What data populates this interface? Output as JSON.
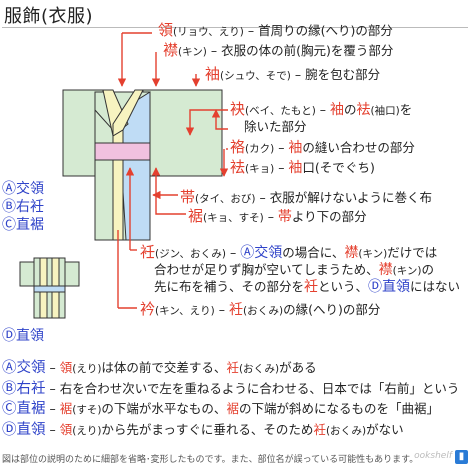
{
  "title": "服飾(衣服)",
  "labels": {
    "eri": {
      "term": "領",
      "reading": "(リョウ、えり)",
      "desc": " – 首周りの縁(へり)の部分"
    },
    "kin": {
      "term": "襟",
      "reading": "(キン)",
      "desc": " – 衣服の体の前(胸元)を覆う部分"
    },
    "sode": {
      "term": "袖",
      "reading": "(シュウ、そで)",
      "desc": " – 腕を包む部分"
    },
    "tamoto": {
      "term": "袂",
      "reading": "(ベイ、たもと)",
      "mid1": " – ",
      "sode": "袖",
      "mid2": "の",
      "kyo": "袪",
      "paren": "(袖口)",
      "desc": "を",
      "line2": "除いた部分"
    },
    "kaku": {
      "term": "袼",
      "reading": "(カク)",
      "mid1": " – ",
      "sode": "袖",
      "desc": "の縫い合わせの部分"
    },
    "kyo": {
      "term": "袪",
      "reading": "(キョ)",
      "mid1": " – ",
      "sode": "袖",
      "desc": "口(そでぐち)"
    },
    "obi": {
      "term": "帯",
      "reading": "(タイ、おび)",
      "desc": " – 衣服が解けないように巻く布"
    },
    "suso": {
      "term": "裾",
      "reading": "(キョ、すそ)",
      "mid1": " – ",
      "obi": "帯",
      "desc": "より下の部分"
    },
    "okumi": {
      "term": "衽",
      "reading": "(ジン、おくみ)",
      "p1": " – ",
      "c1": "Ⓐ交領",
      "p2": "の場合に、",
      "k1": "襟",
      "r1": "(キン)",
      "p3": "だけでは",
      "line2a": "合わせが足りず胸が空いてしまうため、",
      "k2": "襟",
      "r2": "(キン)",
      "line2b": "の",
      "line3a": "先に布を補う、その部分を",
      "k3": "衽",
      "line3b": "という、",
      "c2": "Ⓓ直領",
      "line3c": "にはない"
    },
    "kin2": {
      "term": "衿",
      "reading": "(キン、えり)",
      "mid1": " – ",
      "okumi": "衽",
      "r1": "(おくみ)",
      "desc": "の縁(へり)の部分"
    }
  },
  "side_legend": {
    "a": "Ⓐ交領",
    "b": "Ⓑ右衽",
    "c": "Ⓒ直裾",
    "d": "Ⓓ直領"
  },
  "definitions": [
    {
      "tag": "Ⓐ交領",
      "a": " – ",
      "b": "領",
      "c": "(えり)",
      "d": "は体の前で交差する、",
      "e": "衽",
      "f": "(おくみ)",
      "g": "がある"
    },
    {
      "tag": "Ⓑ右衽",
      "a": " – 右を合わせ次いで左を重ねるように合わせる、日本では「右前」という",
      "b": "",
      "c": "",
      "d": "",
      "e": "",
      "f": "",
      "g": ""
    },
    {
      "tag": "Ⓒ直裾",
      "a": " – ",
      "b": "裾",
      "c": "(すそ)",
      "d": "の下端が水平なもの、",
      "e": "裾",
      "f": "",
      "g": "の下端が斜めになるものを「曲裾」"
    },
    {
      "tag": "Ⓓ直領",
      "a": " – ",
      "b": "領",
      "c": "(えり)",
      "d": "から先がまっすぐに垂れる、そのため",
      "e": "衽",
      "f": "(おくみ)",
      "g": "がない"
    }
  ],
  "footer": "図は部位の説明のために細部を省略･変形したものです。また、部位名が誤っている可能性もあります。",
  "watermark": "ookshelf",
  "colors": {
    "accent_red": "#e4402f",
    "accent_blue": "#2f43c9",
    "garment_green": "#d5ead2",
    "collar_cream": "#f7f3c0",
    "okumi_blue": "#bfdcf5",
    "obi_pink": "#f1c1df"
  },
  "icons": {
    "logo": "bookshelf-logo-icon"
  }
}
